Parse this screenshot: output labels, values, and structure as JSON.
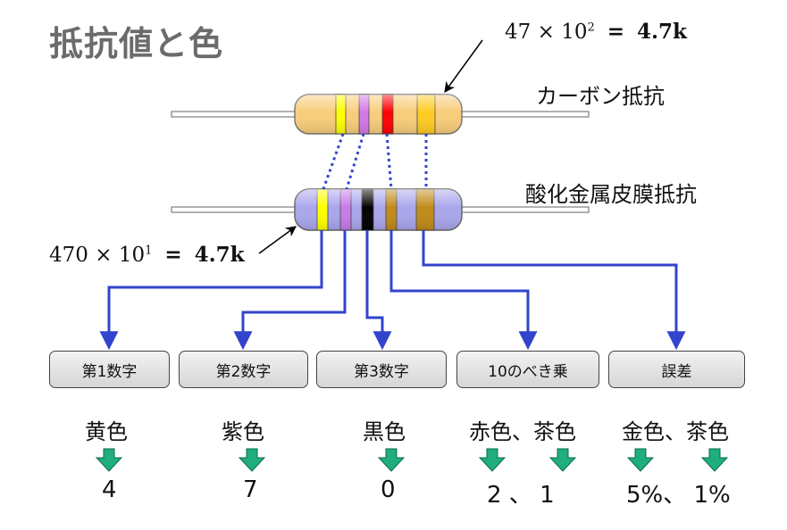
{
  "title": "抵抗値と色",
  "carbon_resistor": {
    "label": "カーボン抵抗",
    "formula": {
      "base": "47",
      "times": "×",
      "ten": "10",
      "exp": "2",
      "equals": "=",
      "result": "4.7k"
    },
    "body_color": "#f8cd7a",
    "bands": [
      "#ffff00",
      "#d478e8",
      "#ff0000",
      "#ffcc22"
    ]
  },
  "metal_resistor": {
    "label": "酸化金属皮膜抵抗",
    "formula": {
      "base": "470",
      "times": "×",
      "ten": "10",
      "exp": "1",
      "equals": "=",
      "result": "4.7k"
    },
    "body_color": "#a9a6ec",
    "bands": [
      "#ffff00",
      "#c77be8",
      "#000000",
      "#c08a18",
      "#c08a18"
    ]
  },
  "categories": [
    "第1数字",
    "第2数字",
    "第3数字",
    "10のべき乗",
    "誤差"
  ],
  "color_names": [
    "黄色",
    "紫色",
    "黒色",
    "赤色、茶色",
    "金色、茶色"
  ],
  "values": [
    "4",
    "7",
    "0",
    "2 、 1",
    "5%、 1%"
  ],
  "colors": {
    "arrow_line": "#3344cc",
    "down_arrow": "#1fae7c",
    "title_gray": "#6b6b6b"
  }
}
